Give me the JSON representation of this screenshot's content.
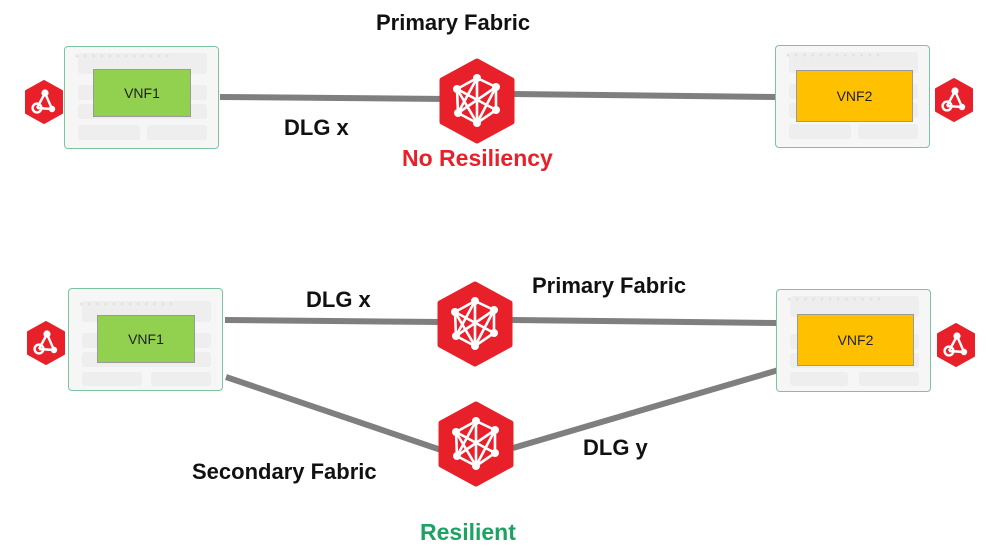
{
  "colors": {
    "vnf1_fill": "#92d050",
    "vnf2_fill": "#ffc000",
    "hex_red": "#e8202a",
    "link_gray": "#7f7f7f",
    "no_resiliency": "#e8202a",
    "resilient": "#1aa363",
    "card_border": "#7cc3a0"
  },
  "top_diagram": {
    "title": "Primary Fabric",
    "link_label": "DLG x",
    "status": "No Resiliency",
    "vnf_left": "VNF1",
    "vnf_right": "VNF2",
    "fabric_icon": "mesh-network-icon",
    "endpoint_icon": "share-node-icon"
  },
  "bottom_diagram": {
    "primary_fabric_label": "Primary Fabric",
    "primary_link_label": "DLG x",
    "secondary_fabric_label": "Secondary Fabric",
    "secondary_link_label": "DLG y",
    "status": "Resilient",
    "vnf_left": "VNF1",
    "vnf_right": "VNF2",
    "fabric_icon": "mesh-network-icon",
    "endpoint_icon": "share-node-icon"
  }
}
